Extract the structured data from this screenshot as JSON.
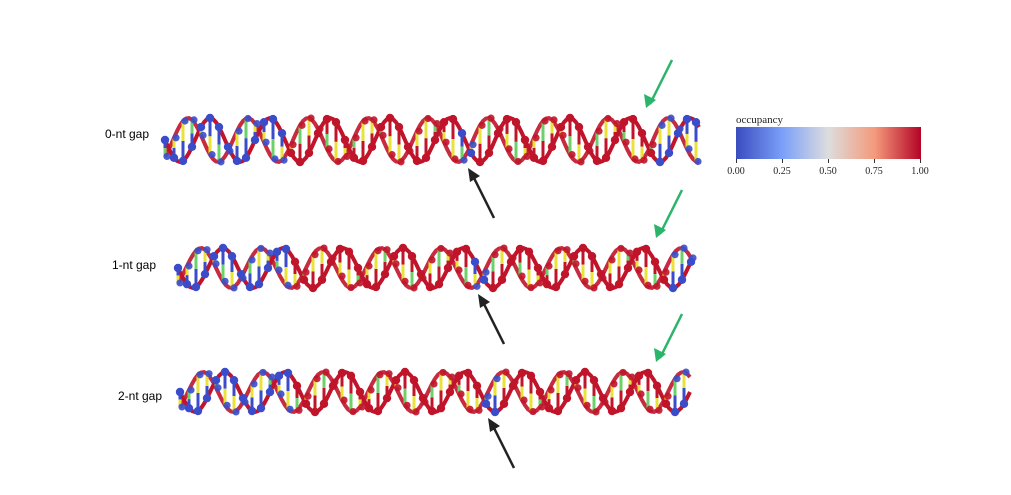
{
  "rows": [
    {
      "label": "0-nt gap",
      "nick": 0.52
    },
    {
      "label": "1-nt gap",
      "nick": 0.5
    },
    {
      "label": "2-nt gap",
      "nick": 0.52
    }
  ],
  "colorbar": {
    "title": "occupancy",
    "ticks": [
      "0.00",
      "0.25",
      "0.50",
      "0.75",
      "1.00"
    ],
    "colors": {
      "low": "#3b4cc0",
      "mid": "#dddddd",
      "high": "#b40426"
    }
  },
  "arrows": {
    "nick_color": "#222222",
    "end_color": "#2bb56b"
  },
  "colors": {
    "bound": "#c0142a",
    "unbound": "#3a4cc9",
    "base_yellow": "#e8e23a",
    "base_green": "#6ed06a"
  }
}
